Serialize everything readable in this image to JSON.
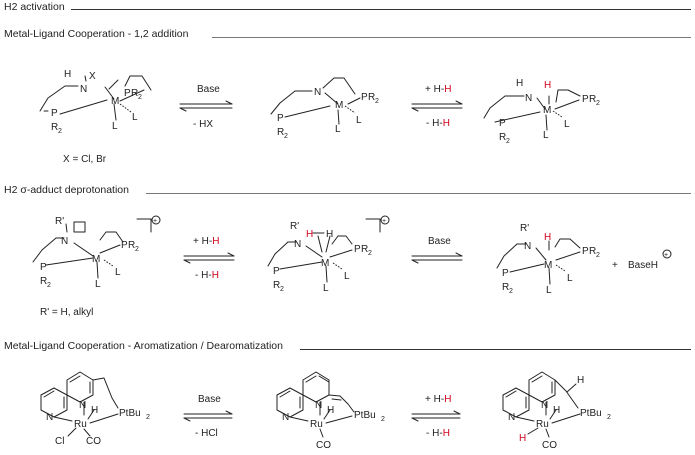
{
  "sections": {
    "h2_activation": "H2 activation",
    "mlc_addition": "Metal-Ligand Cooperation - 1,2 addition",
    "sigma_adduct": "H2 σ-adduct deprotonation",
    "mlc_aromatization": "Metal-Ligand Cooperation - Aromatization / Dearomatization"
  },
  "conditions": {
    "base": "Base",
    "minus_hx": "- HX",
    "minus_hcl": "- HCl",
    "plus_prefix": "+ ",
    "minus_prefix": "- ",
    "h_black": "H",
    "h_red": "H",
    "bond_dash": "-"
  },
  "notes": {
    "x_def": "X = Cl, Br",
    "r_def": "R' = H, alkyl",
    "baseh": "BaseH"
  },
  "atoms": {
    "N": "N",
    "P": "P",
    "M": "M",
    "L": "L",
    "H": "H",
    "X": "X",
    "R": "R",
    "sub2": "2",
    "Rp": "R'",
    "Ru": "Ru",
    "Cl": "Cl",
    "CO": "CO",
    "PtBu": "PtBu"
  },
  "charges": {
    "plus": "+"
  }
}
